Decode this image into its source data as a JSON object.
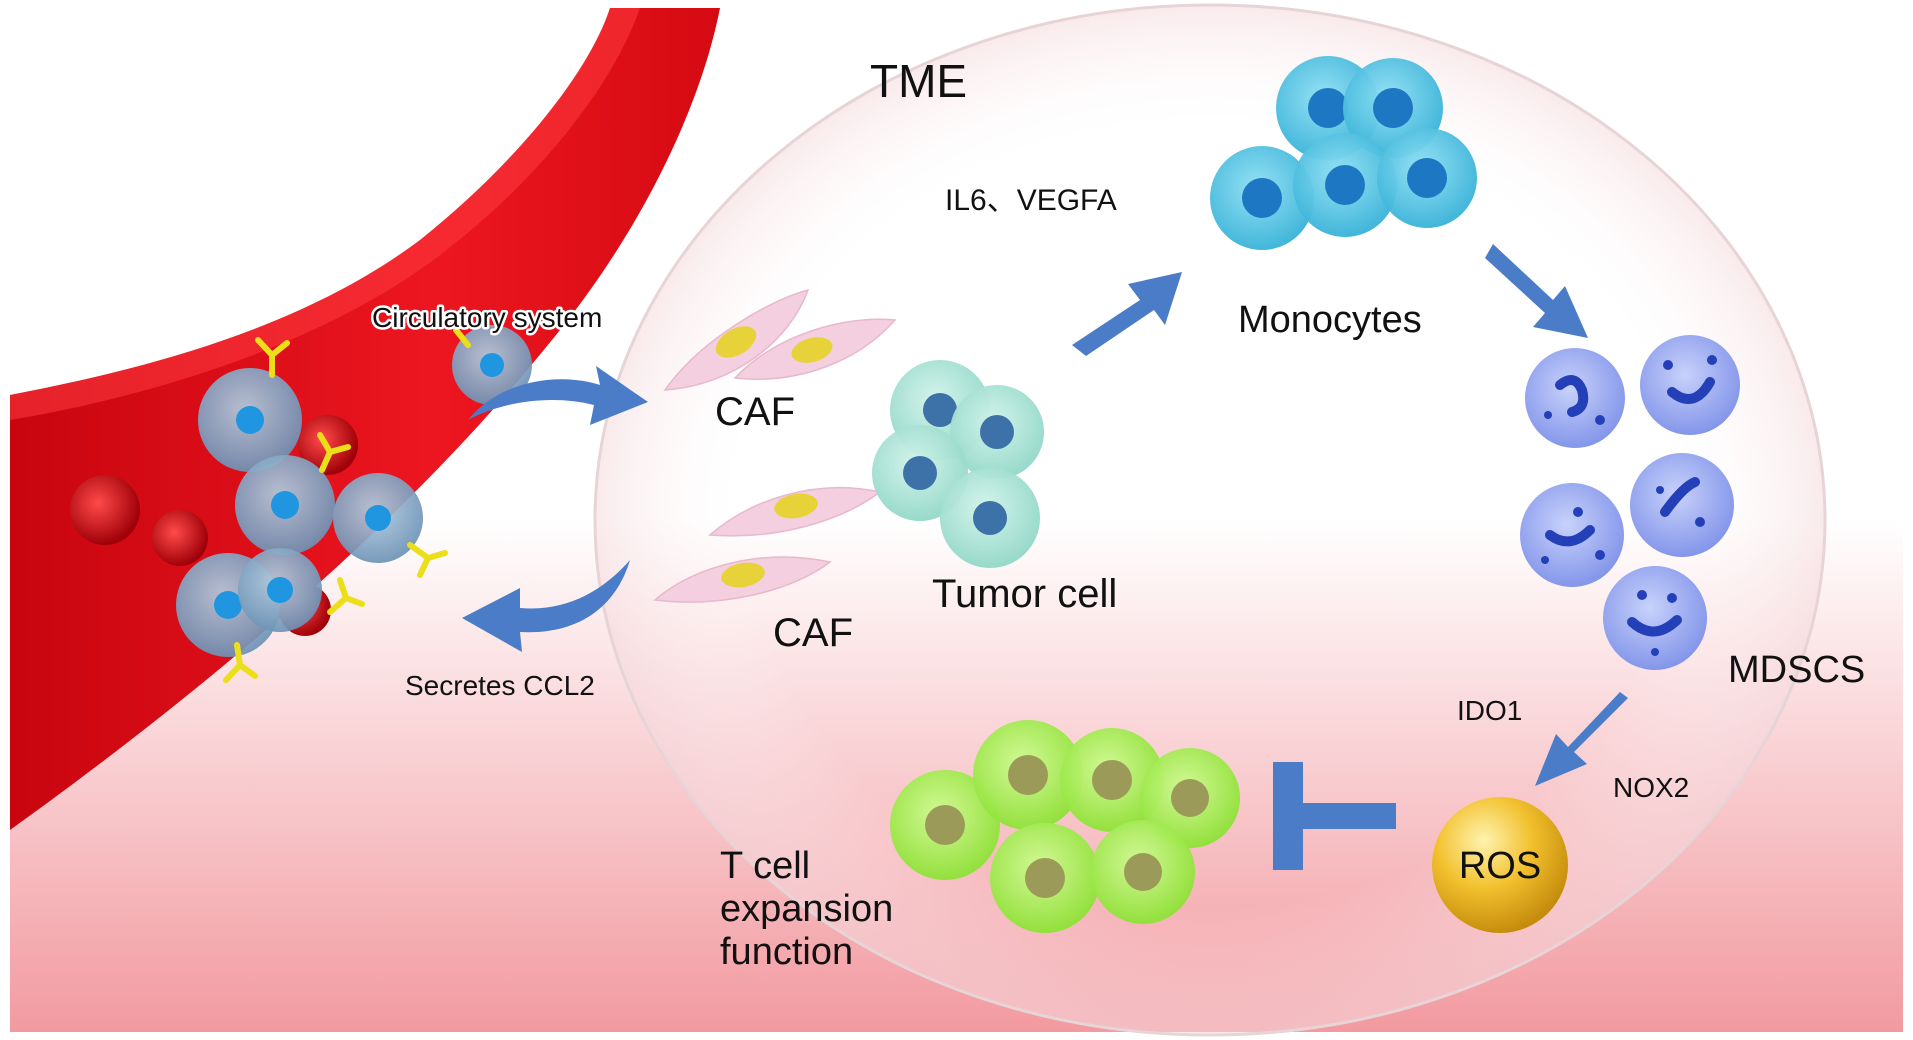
{
  "diagram": {
    "region_title": "TME",
    "labels": {
      "circulatory_system": "Circulatory system",
      "secretes_ccl2": "Secretes CCL2",
      "caf_top": "CAF",
      "caf_bottom": "CAF",
      "tumor_cell": "Tumor cell",
      "il6_vegfa": "IL6、VEGFA",
      "monocytes": "Monocytes",
      "mdscs": "MDSCS",
      "ido1": "IDO1",
      "nox2": "NOX2",
      "ros": "ROS",
      "t_cell_line1": "T cell",
      "t_cell_line2": "expansion",
      "t_cell_line3": "function"
    },
    "colors": {
      "vessel": "#e8101a",
      "vessel_dark": "#b5050d",
      "background_gradient_bottom": "#f3a2a6",
      "arrow": "#4a7cc8",
      "monocyte": "#4fc6e6",
      "tumor": "#a8e3d6",
      "caf": "#f4cfe0",
      "mdsc": "#9aaaf0",
      "t_cell": "#a4ee4a",
      "ros": "#f2c12e",
      "circulating_cell": "#7fa6c8"
    }
  }
}
